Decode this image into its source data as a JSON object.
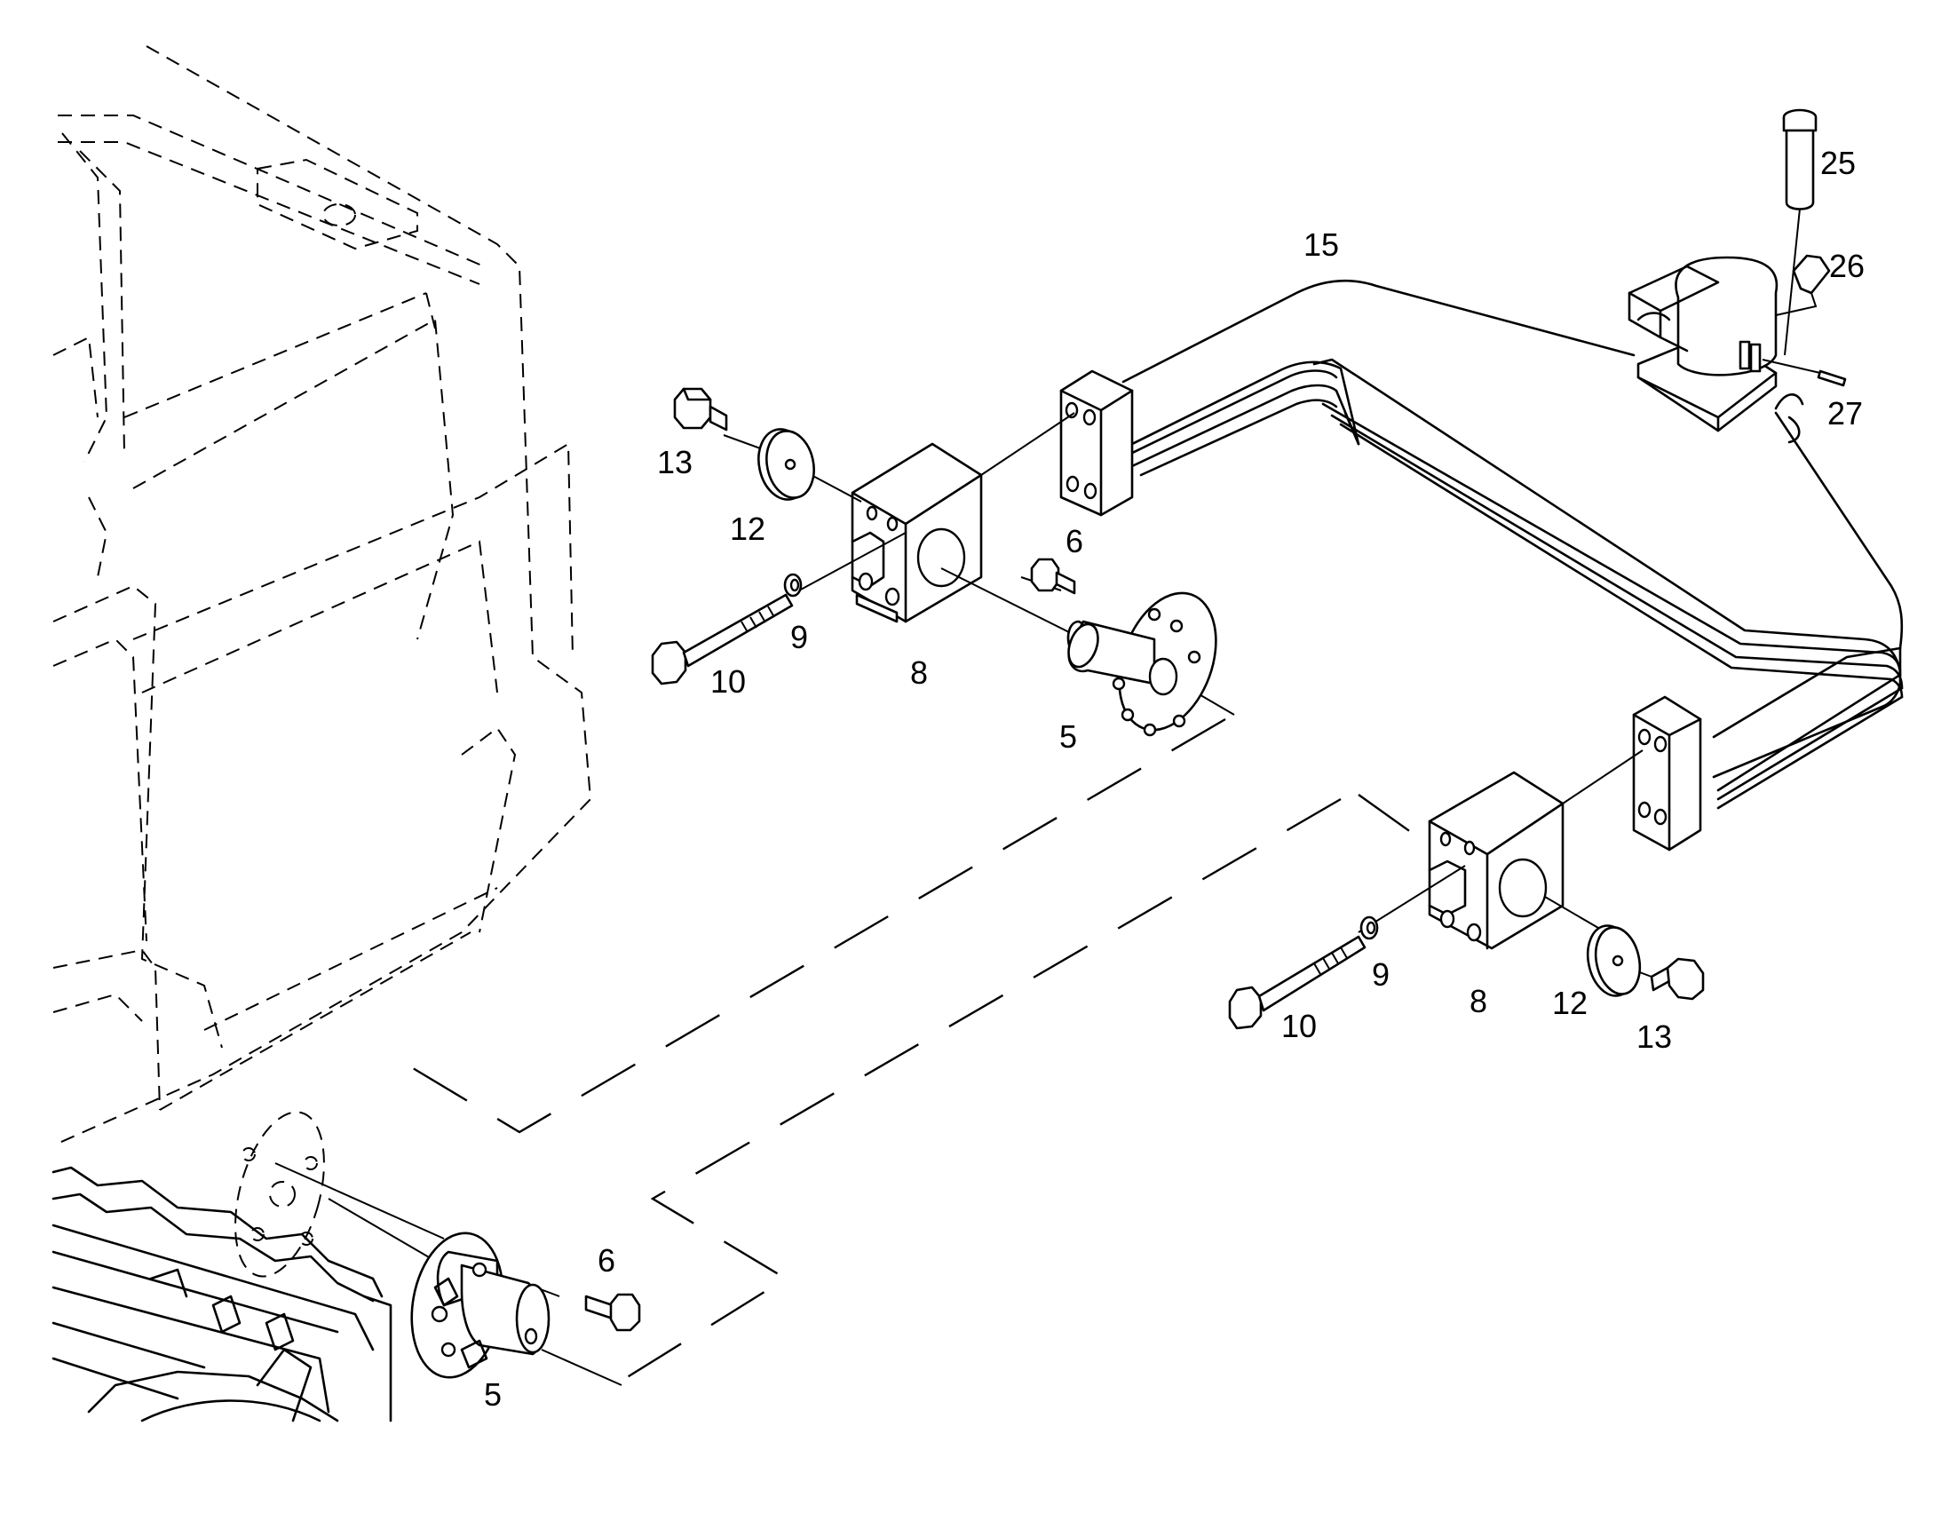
{
  "callouts": {
    "c25": "25",
    "c26": "26",
    "c27": "27",
    "c15": "15",
    "c13a": "13",
    "c12a": "12",
    "c6a": "6",
    "c9a": "9",
    "c10a": "10",
    "c8a": "8",
    "c5a": "5",
    "c9b": "9",
    "c8b": "8",
    "c12b": "12",
    "c13b": "13",
    "c10b": "10",
    "c6b": "6",
    "c5b": "5"
  }
}
